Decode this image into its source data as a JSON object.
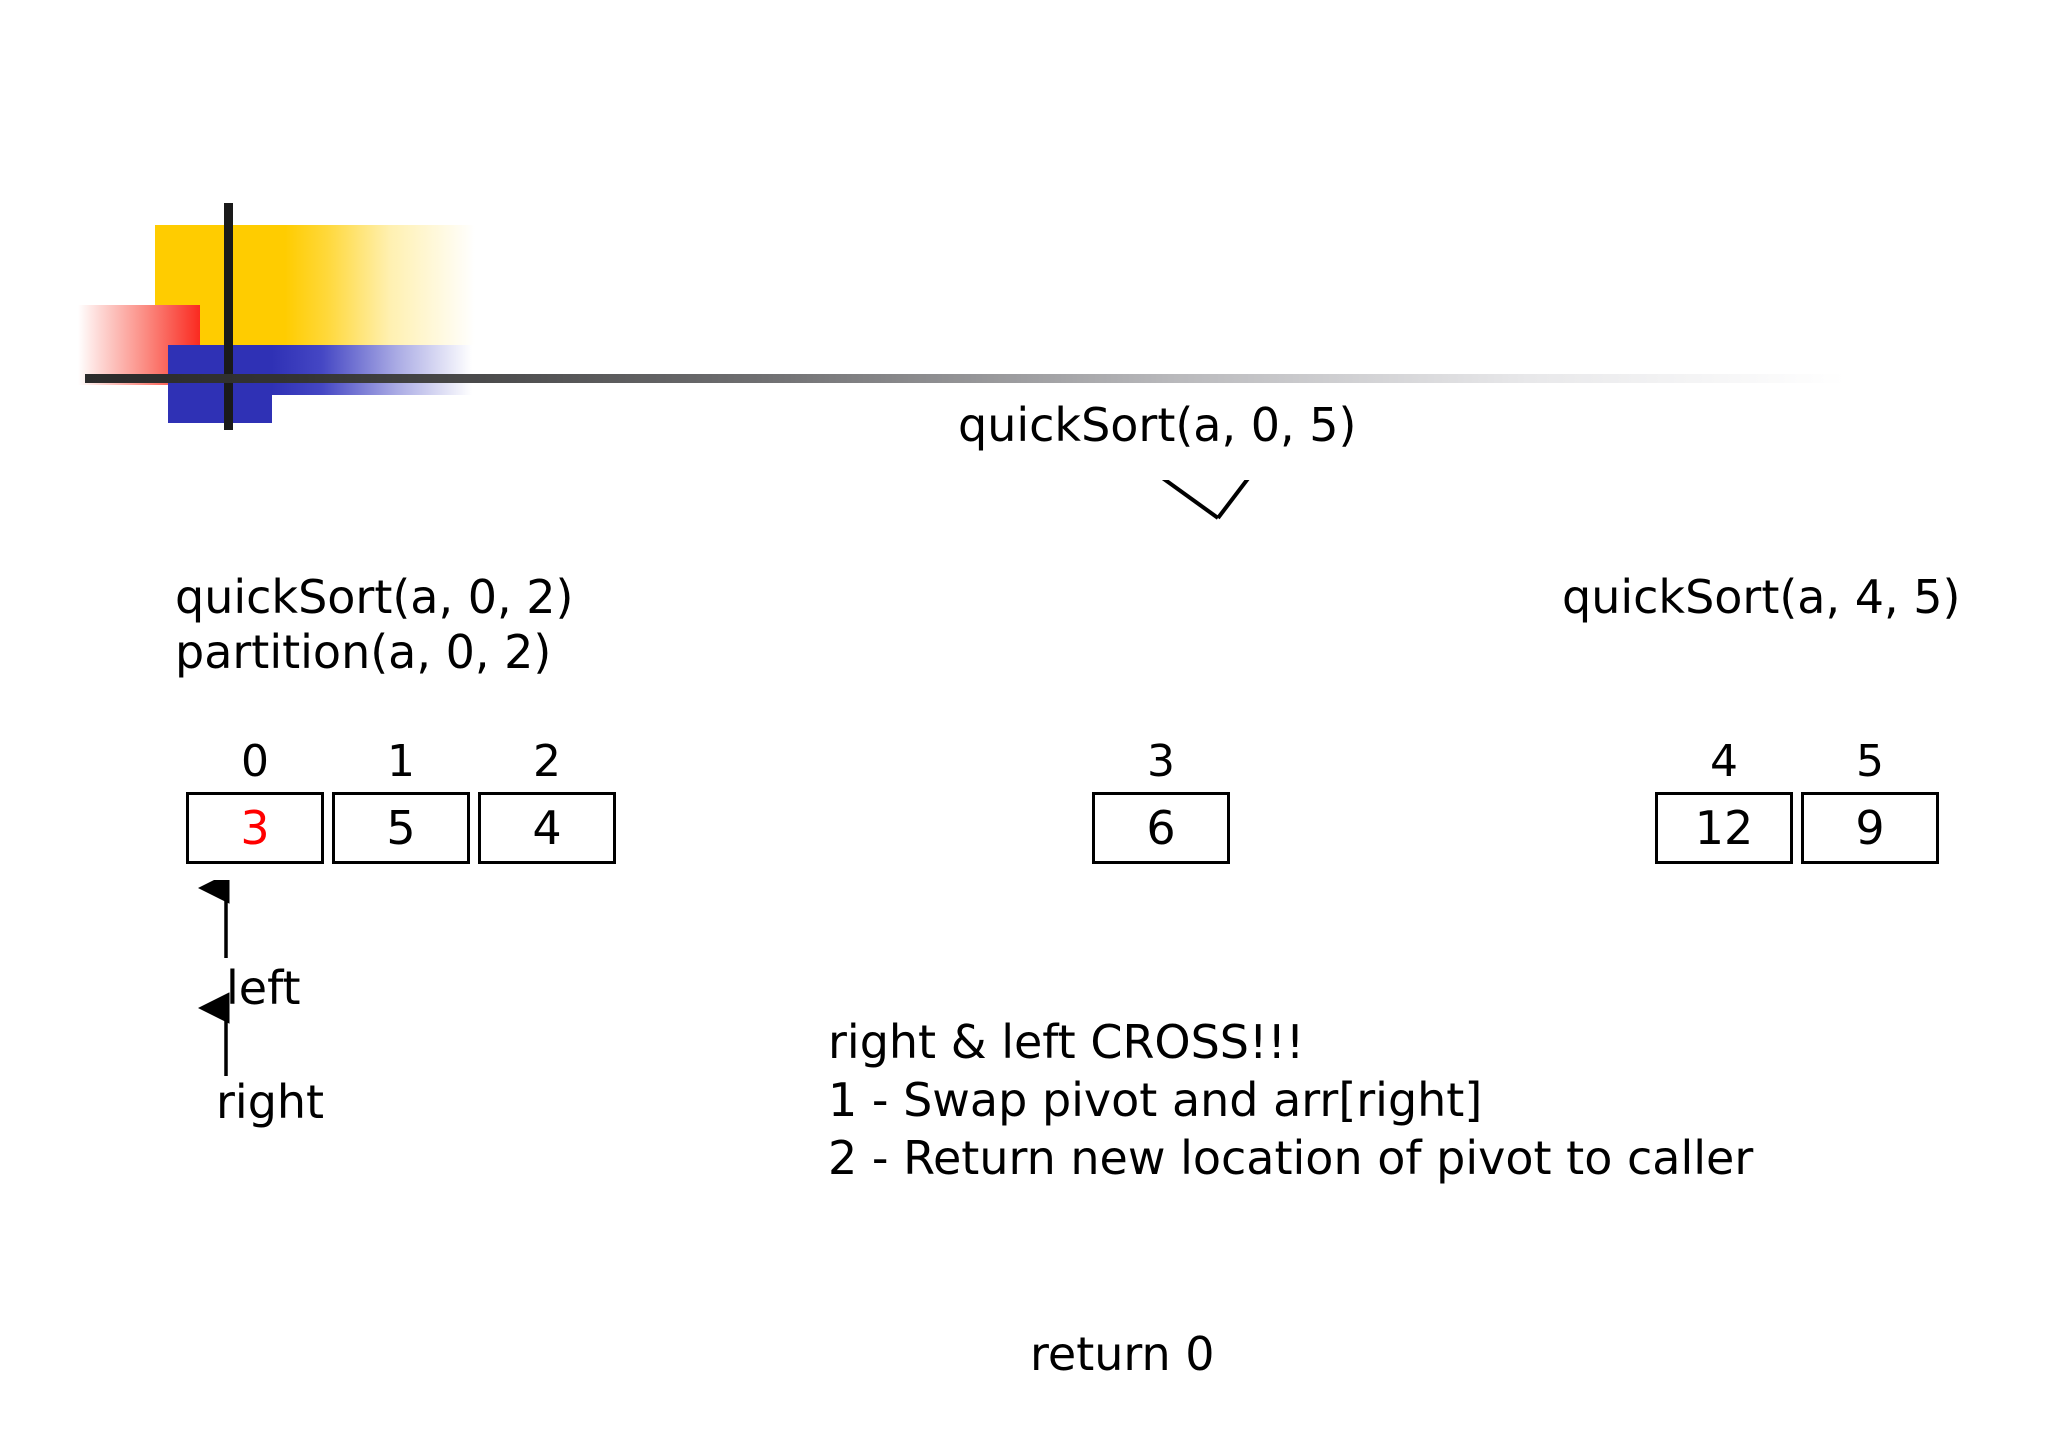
{
  "slide": {
    "title_call": "quickSort(a, 0, 5)",
    "left_call": "quickSort(a, 0, 2)",
    "left_partition": "partition(a, 0, 2)",
    "right_call": "quickSort(a, 4, 5)",
    "return_text": "return 0"
  },
  "notes": {
    "line1": "right & left CROSS!!!",
    "line2": "1 - Swap pivot and arr[right]",
    "line3": "2 - Return new location of pivot to caller"
  },
  "pointers": {
    "left_label": "left",
    "right_label": "right"
  },
  "array": {
    "left_group": [
      {
        "index": "0",
        "value": "3",
        "pivot": true
      },
      {
        "index": "1",
        "value": "5",
        "pivot": false
      },
      {
        "index": "2",
        "value": "4",
        "pivot": false
      }
    ],
    "mid_group": [
      {
        "index": "3",
        "value": "6",
        "pivot": false
      }
    ],
    "right_group": [
      {
        "index": "4",
        "value": "12",
        "pivot": false
      },
      {
        "index": "5",
        "value": "9",
        "pivot": false
      }
    ]
  },
  "colors": {
    "pivot_red": "#FF0000",
    "text_black": "#000000",
    "logo_yellow": "#FFCC00",
    "logo_blue": "#2F31B5",
    "logo_red": "#FA2A20",
    "rule_dark": "#2B2B2B"
  }
}
